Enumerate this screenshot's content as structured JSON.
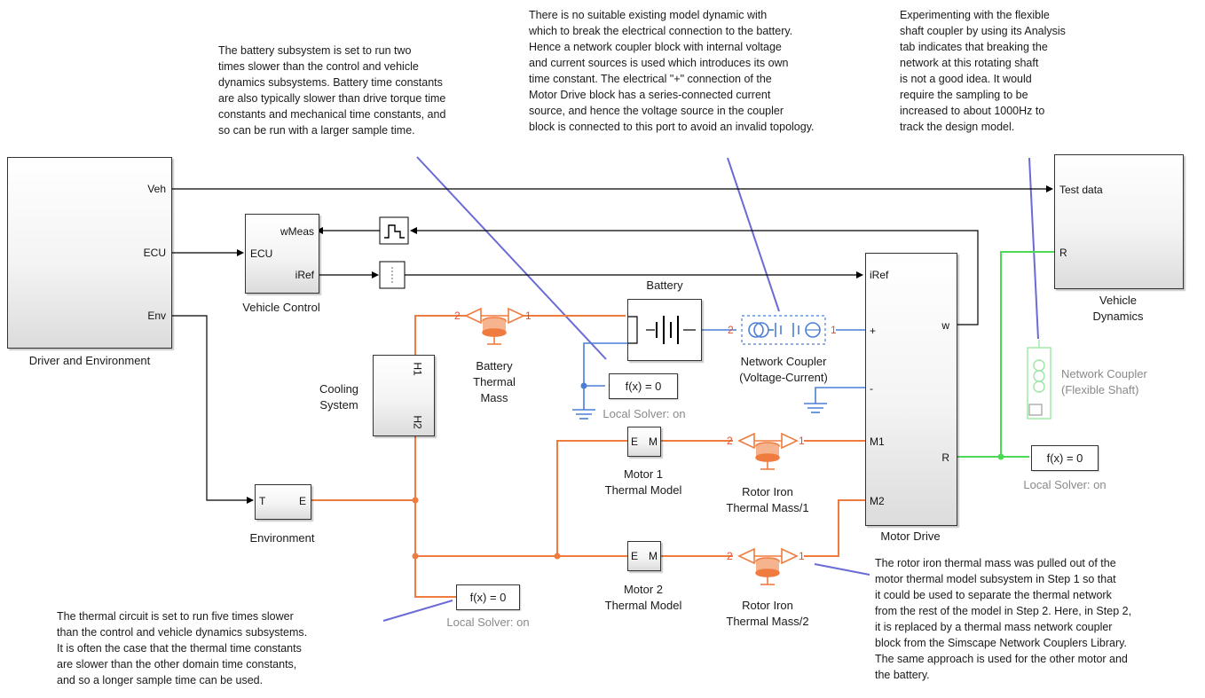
{
  "annotations": {
    "battery_note": [
      "The battery subsystem is set to run two",
      "times slower than the control and vehicle",
      "dynamics subsystems. Battery time constants",
      "are also typically slower than drive torque time",
      "constants and mechanical time constants, and",
      "so can be run with a larger sample time."
    ],
    "coupler_note": [
      "There is no suitable existing model dynamic with",
      "which to break the electrical connection to the battery.",
      "Hence a network coupler block with internal voltage",
      "and current sources is used which introduces its own",
      "time constant. The electrical \"+\" connection of the",
      "Motor Drive block has a series-connected current",
      "source, and hence the voltage source in the coupler",
      "block is connected to this port to avoid an invalid topology."
    ],
    "shaft_note": [
      "Experimenting with the flexible",
      "shaft coupler by using its Analysis",
      "tab indicates that breaking the",
      "network at this rotating shaft",
      "is not a good idea. It would",
      "require the sampling to be",
      "increased to about 1000Hz to",
      "track the design model."
    ],
    "thermal_note": [
      "The thermal circuit is set to run five times slower",
      "than the control and vehicle dynamics subsystems.",
      "It is often the case that the thermal time constants",
      "are slower than the other domain time constants,",
      "and so a longer sample time can be used."
    ],
    "rotor_note": [
      "The rotor iron thermal mass was pulled out of the",
      "motor thermal model subsystem in Step 1 so that",
      "it could be used to separate the thermal network",
      "from the rest of the model in Step 2. Here, in Step 2,",
      "it is replaced by a thermal mass network coupler",
      "block from the Simscape Network Couplers Library.",
      "The same approach is used for the other motor and",
      "the battery."
    ]
  },
  "blocks": {
    "driver": {
      "name": "Driver and Environment",
      "ports": {
        "veh": "Veh",
        "ecu": "ECU",
        "env": "Env"
      }
    },
    "vehicle_control": {
      "name": "Vehicle Control",
      "ports": {
        "wmeas": "wMeas",
        "ecu": "ECU",
        "iref": "iRef"
      }
    },
    "battery": {
      "name": "Battery"
    },
    "battery_thermal_mass": {
      "name": [
        "Battery",
        "Thermal",
        "Mass"
      ]
    },
    "cooling": {
      "name": [
        "Cooling",
        "System"
      ],
      "ports": {
        "h1": "H1",
        "h2": "H2"
      }
    },
    "network_coupler_vc": {
      "name": [
        "Network Coupler",
        "(Voltage-Current)"
      ]
    },
    "motor_drive": {
      "name": "Motor Drive",
      "ports": {
        "iref": "iRef",
        "plus": "+",
        "minus": "-",
        "m1": "M1",
        "m2": "M2",
        "w": "w",
        "r": "R"
      }
    },
    "vehicle_dynamics": {
      "name": [
        "Vehicle",
        "Dynamics"
      ],
      "ports": {
        "test": "Test data",
        "r": "R"
      }
    },
    "network_coupler_shaft": {
      "name": [
        "Network Coupler",
        "(Flexible Shaft)"
      ]
    },
    "environment": {
      "name": "Environment",
      "ports": {
        "t": "T",
        "e": "E"
      }
    },
    "motor1": {
      "name": [
        "Motor 1",
        "Thermal Model"
      ],
      "ports": {
        "e": "E",
        "m": "M"
      }
    },
    "motor2": {
      "name": [
        "Motor 2",
        "Thermal Model"
      ],
      "ports": {
        "e": "E",
        "m": "M"
      }
    },
    "rotor1": {
      "name": [
        "Rotor Iron",
        "Thermal Mass/1"
      ]
    },
    "rotor2": {
      "name": [
        "Rotor Iron",
        "Thermal Mass/2"
      ]
    }
  },
  "solvers": {
    "label": "f(x) = 0",
    "local_solver": "Local Solver: on"
  },
  "port_numbers": {
    "one": "1",
    "two": "2"
  },
  "colors": {
    "signal": "#000000",
    "thermal": "#f07b3f",
    "electrical": "#4a7fd4",
    "mechanical": "#4cd955",
    "note_link": "#6b6bd6",
    "disabled": "#9a9a9a"
  }
}
